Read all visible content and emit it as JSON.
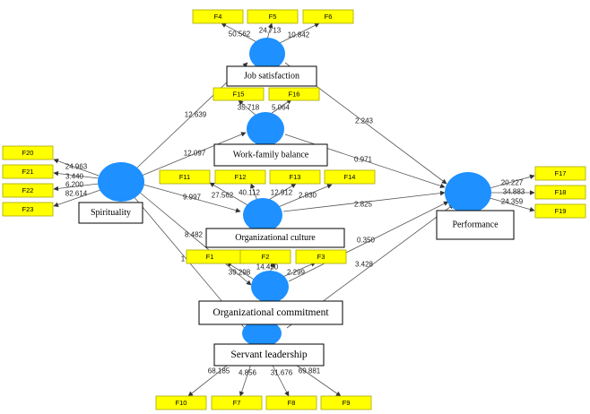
{
  "latents": {
    "job_satisfaction": "Job satisfaction",
    "work_family_balance": "Work-family balance",
    "spirituality": "Spirituality",
    "organizational_culture": "Organizational culture",
    "performance": "Performance",
    "organizational_commitment": "Organizational commitment",
    "servant_leadership": "Servant leadership"
  },
  "indicators": {
    "F1": "F1",
    "F2": "F2",
    "F3": "F3",
    "F4": "F4",
    "F5": "F5",
    "F6": "F6",
    "F7": "F7",
    "F8": "F8",
    "F9": "F9",
    "F10": "F10",
    "F11": "F11",
    "F12": "F12",
    "F13": "F13",
    "F14": "F14",
    "F15": "F15",
    "F16": "F16",
    "F17": "F17",
    "F18": "F18",
    "F19": "F19",
    "F20": "F20",
    "F21": "F21",
    "F22": "F22",
    "F23": "F23"
  },
  "loadings": {
    "F4": "50.562",
    "F5": "24.713",
    "F6": "10.842",
    "F15": "35.718",
    "F16": "5.064",
    "F20": "24.963",
    "F21": "3.440",
    "F22": "6.200",
    "F23": "82.614",
    "F11": "27.562",
    "F12": "40.112",
    "F13": "12.912",
    "F14": "2.830",
    "F17": "20.227",
    "F18": "34.883",
    "F19": "24.359",
    "F1": "39.298",
    "F2": "14.450",
    "F3": "2.299",
    "F10": "68.185",
    "F7": "4.856",
    "F8": "31.676",
    "F9": "69.881"
  },
  "paths": {
    "spi_js": "12.639",
    "spi_wfb": "12.097",
    "spi_oc": "9.997",
    "spi_ocm": "8.482",
    "spi_sl_partial": "1",
    "js_perf": "2.243",
    "wfb_perf": "0.971",
    "oc_perf": "2.825",
    "ocm_perf": "0.350",
    "sl_perf": "3.428"
  },
  "colors": {
    "latent": "#1e90ff",
    "indicator": "#ffff00",
    "edge": "#555555"
  }
}
